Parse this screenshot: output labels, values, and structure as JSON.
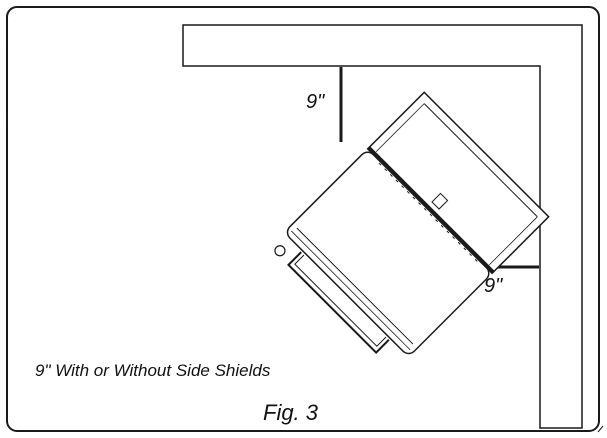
{
  "labels": {
    "top_clearance": "9\"",
    "right_clearance": "9\""
  },
  "caption": "9\" With or Without Side Shields",
  "figure_title": "Fig. 3",
  "colors": {
    "line": "#1a1a1a",
    "background": "#ffffff"
  }
}
